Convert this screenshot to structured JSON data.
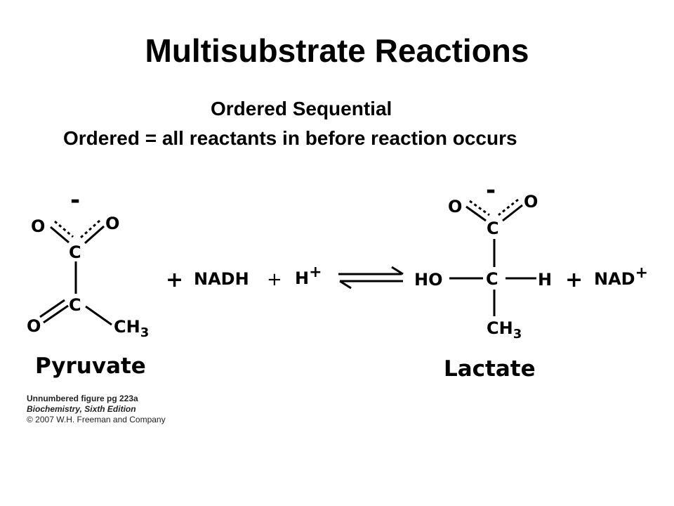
{
  "slide": {
    "title": "Multisubstrate Reactions",
    "subtitle": "Ordered Sequential",
    "definition": "Ordered = all reactants in before reaction occurs"
  },
  "reaction": {
    "pyruvate": {
      "name": "Pyruvate",
      "charge": "-",
      "atom_o_left": "O",
      "atom_o_right": "O",
      "atom_c_carboxyl": "C",
      "atom_c_keto": "C",
      "atom_o_keto": "O",
      "methyl_ch": "CH",
      "methyl_sub": "3"
    },
    "plus_1": "+",
    "nadh": "NADH",
    "plus_2": "+",
    "proton_h": "H",
    "proton_charge": "+",
    "lactate": {
      "name": "Lactate",
      "charge": "-",
      "atom_o_left": "O",
      "atom_o_right": "O",
      "atom_c_carboxyl": "C",
      "atom_c_center": "C",
      "hydroxyl": "HO",
      "atom_h": "H",
      "methyl_ch": "CH",
      "methyl_sub": "3"
    },
    "plus_3": "+",
    "nad": "NAD",
    "nad_charge": "+"
  },
  "caption": {
    "line1": "Unnumbered figure pg 223a",
    "line2": "Biochemistry, Sixth Edition",
    "line3": "© 2007 W.H. Freeman and Company"
  }
}
